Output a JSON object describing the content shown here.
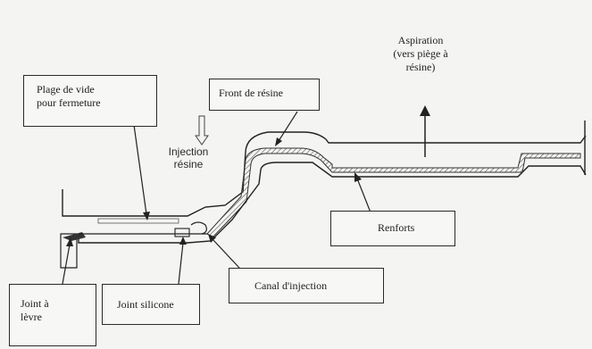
{
  "labels": {
    "aspiration": "Aspiration\n(vers piège à\nrésine)",
    "plage_vide": "Plage de vide\npour fermeture",
    "front_resine": "Front de résine",
    "injection": "Injection\nrésine",
    "renforts": "Renforts",
    "canal": "Canal d'injection",
    "joint_levre": "Joint à\nlèvre",
    "joint_silicone": "Joint silicone"
  },
  "colors": {
    "line": "#222222",
    "resin_hatch": "#555555",
    "background": "#f4f4f2"
  }
}
